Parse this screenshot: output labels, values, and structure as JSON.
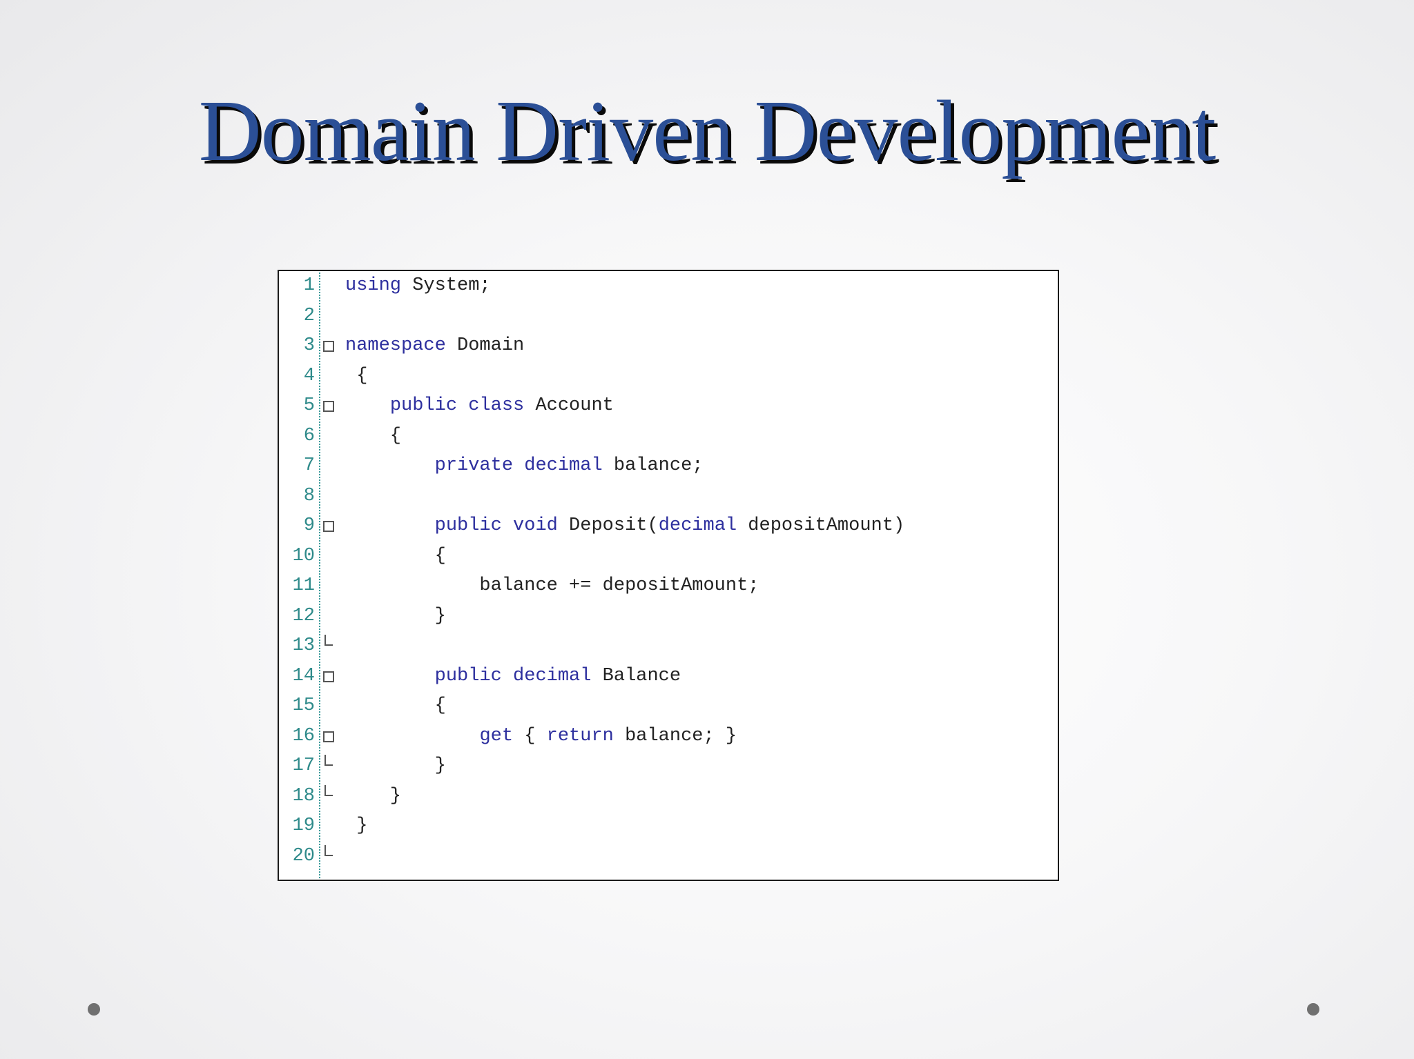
{
  "slide": {
    "title": "Domain Driven Development"
  },
  "colors": {
    "title": "#2b4f96",
    "title_shadow": "#0a0a0a",
    "keyword": "#2d2f9e",
    "text": "#222222",
    "line_number": "#2e8a8a"
  },
  "code_listing": {
    "lines": [
      {
        "number": "1",
        "fold": "",
        "segments": [
          {
            "t": "using",
            "kw": true
          },
          {
            "t": " System;",
            "kw": false
          }
        ]
      },
      {
        "number": "2",
        "fold": "",
        "segments": []
      },
      {
        "number": "3",
        "fold": "box",
        "segments": [
          {
            "t": "namespace",
            "kw": true
          },
          {
            "t": " Domain",
            "kw": false
          }
        ]
      },
      {
        "number": "4",
        "fold": "",
        "segments": [
          {
            "t": " {",
            "kw": false
          }
        ]
      },
      {
        "number": "5",
        "fold": "box",
        "segments": [
          {
            "t": "    ",
            "kw": false
          },
          {
            "t": "public class",
            "kw": true
          },
          {
            "t": " Account",
            "kw": false
          }
        ]
      },
      {
        "number": "6",
        "fold": "",
        "segments": [
          {
            "t": "    {",
            "kw": false
          }
        ]
      },
      {
        "number": "7",
        "fold": "",
        "segments": [
          {
            "t": "        ",
            "kw": false
          },
          {
            "t": "private decimal",
            "kw": true
          },
          {
            "t": " balance;",
            "kw": false
          }
        ]
      },
      {
        "number": "8",
        "fold": "",
        "segments": []
      },
      {
        "number": "9",
        "fold": "box",
        "segments": [
          {
            "t": "        ",
            "kw": false
          },
          {
            "t": "public void",
            "kw": true
          },
          {
            "t": " Deposit(",
            "kw": false
          },
          {
            "t": "decimal",
            "kw": true
          },
          {
            "t": " depositAmount)",
            "kw": false
          }
        ]
      },
      {
        "number": "10",
        "fold": "",
        "segments": [
          {
            "t": "        {",
            "kw": false
          }
        ]
      },
      {
        "number": "11",
        "fold": "",
        "segments": [
          {
            "t": "            balance += depositAmount;",
            "kw": false
          }
        ]
      },
      {
        "number": "12",
        "fold": "",
        "segments": [
          {
            "t": "        }",
            "kw": false
          }
        ]
      },
      {
        "number": "13",
        "fold": "end",
        "segments": []
      },
      {
        "number": "14",
        "fold": "box",
        "segments": [
          {
            "t": "        ",
            "kw": false
          },
          {
            "t": "public decimal",
            "kw": true
          },
          {
            "t": " Balance",
            "kw": false
          }
        ]
      },
      {
        "number": "15",
        "fold": "",
        "segments": [
          {
            "t": "        {",
            "kw": false
          }
        ]
      },
      {
        "number": "16",
        "fold": "box",
        "segments": [
          {
            "t": "            ",
            "kw": false
          },
          {
            "t": "get",
            "kw": true
          },
          {
            "t": " { ",
            "kw": false
          },
          {
            "t": "return",
            "kw": true
          },
          {
            "t": " balance; }",
            "kw": false
          }
        ]
      },
      {
        "number": "17",
        "fold": "end",
        "segments": [
          {
            "t": "        }",
            "kw": false
          }
        ]
      },
      {
        "number": "18",
        "fold": "end",
        "segments": [
          {
            "t": "    }",
            "kw": false
          }
        ]
      },
      {
        "number": "19",
        "fold": "",
        "segments": [
          {
            "t": " }",
            "kw": false
          }
        ]
      },
      {
        "number": "20",
        "fold": "end",
        "segments": []
      }
    ]
  }
}
